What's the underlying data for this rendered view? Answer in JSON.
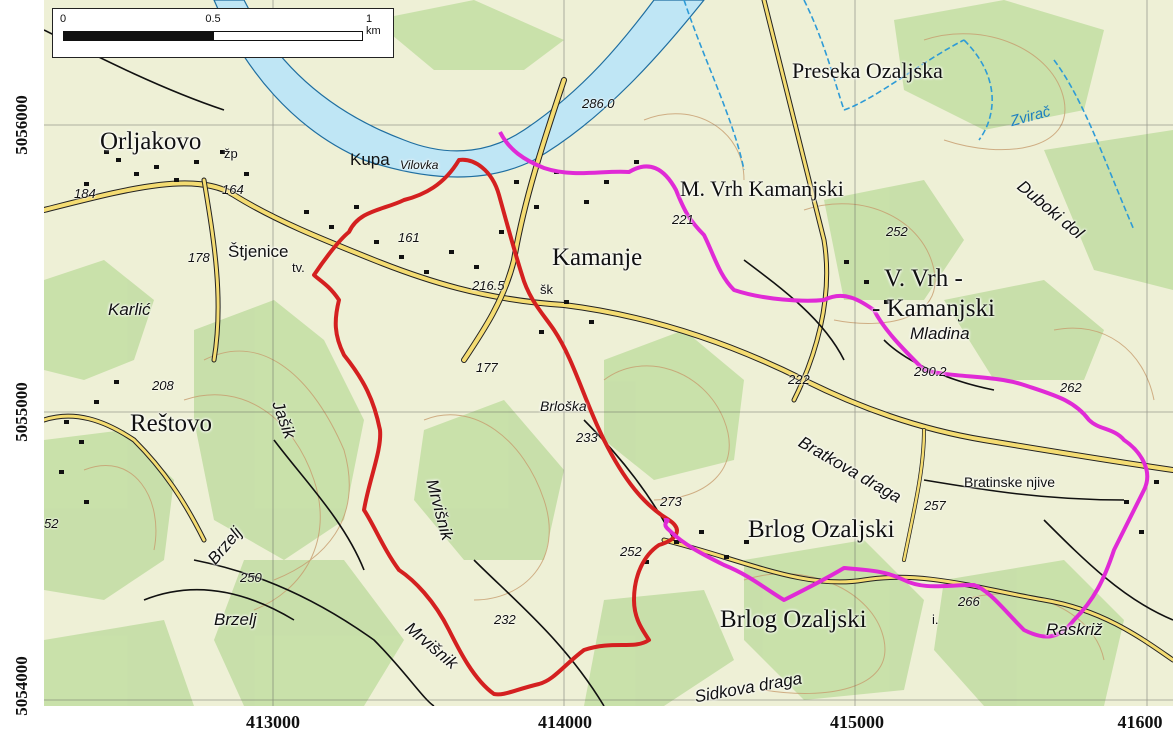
{
  "axes": {
    "y_labels": [
      "5056000",
      "5055000",
      "5054000"
    ],
    "x_labels": [
      "413000",
      "414000",
      "415000",
      "41600"
    ]
  },
  "scale_bar": {
    "labels": [
      "0",
      "0.5",
      "1 km"
    ]
  },
  "places": {
    "orljakovo": "Orljakovo",
    "restovo": "Reštovo",
    "kamanje": "Kamanje",
    "m_vrh": "M. Vrh Kamanjski",
    "v_vrh_1": "V. Vrh -",
    "v_vrh_2": "- Kamanjski",
    "brlog_1": "Brlog Ozaljski",
    "brlog_2": "Brlog Ozaljski",
    "preseka": "Preseka Ozaljska"
  },
  "localities": {
    "stjenice": "Štjenice",
    "karlic": "Karlić",
    "jasik": "Jašik",
    "mrvisnik_1": "Mrvišnik",
    "mrvisnik_2": "Mrvišnik",
    "brzelj_1": "Brzelj",
    "brzelj_2": "Brzelj",
    "brloska": "Brloška",
    "bratkova_draga": "Bratkova draga",
    "bratinske_njive": "Bratinske njive",
    "mladina": "Mladina",
    "raskriz": "Raskriž",
    "duboki_dol": "Duboki dol",
    "vilovka": "Vilovka",
    "sidkova_draga": "Sidkova draga"
  },
  "water": {
    "kupa": "Kupa",
    "zvirac": "Zvirač"
  },
  "elevations": {
    "e184": "184",
    "e164": "164",
    "e178": "178",
    "e161": "161",
    "e2165": "216.5",
    "e177": "177",
    "e208": "208",
    "e233": "233",
    "e252a": "252",
    "e252b": "252",
    "e250": "250",
    "e232": "232",
    "e273": "273",
    "e221": "221",
    "e222": "222",
    "e2902": "290.2",
    "e262": "262",
    "e257": "257",
    "e266": "266",
    "e286": "286.0",
    "e52": "52"
  },
  "marks": {
    "zp": "žp",
    "tv": "tv.",
    "sk": "šk",
    "i": "i."
  },
  "colors": {
    "terrain": "#eef0d6",
    "forest": "#c6dfa8",
    "river": "#bfe6f5",
    "road": "#f4dc72",
    "contour": "#c79c6e",
    "boundary_red": "#d42020",
    "boundary_magenta": "#e02ad6"
  }
}
